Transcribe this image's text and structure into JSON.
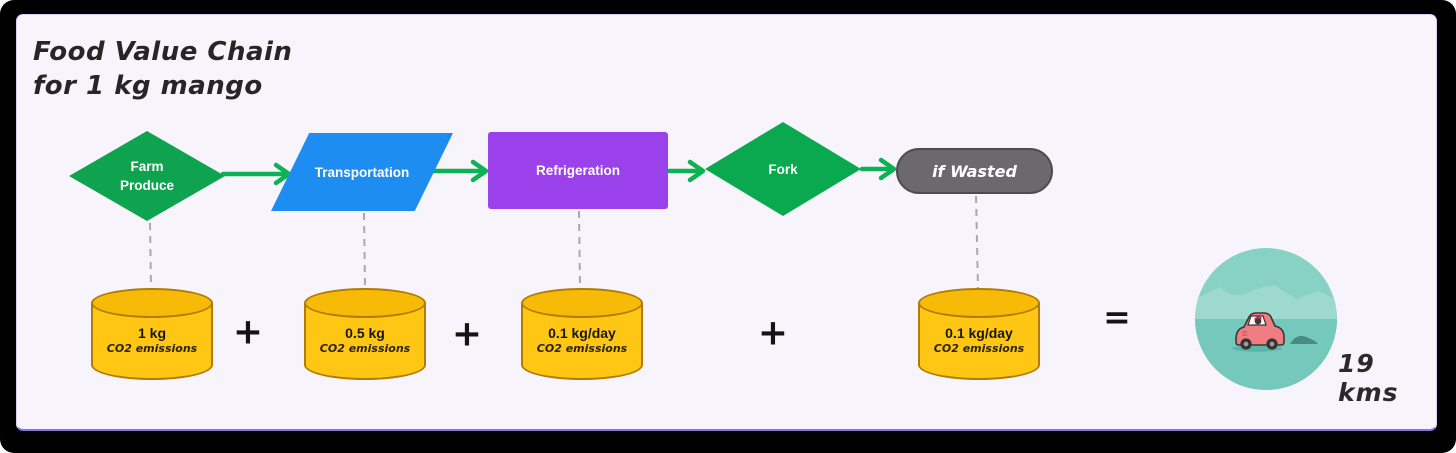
{
  "title": {
    "line1": "Food Value Chain",
    "line2": "for 1 kg mango"
  },
  "flow": {
    "nodes": [
      {
        "label": "Farm Produce",
        "shape": "diamond",
        "color": "#0fa350"
      },
      {
        "label": "Transportation",
        "shape": "parallelogram",
        "color": "#1e8df2"
      },
      {
        "label": "Refrigeration",
        "shape": "rectangle",
        "color": "#9b41eb"
      },
      {
        "label": "Fork",
        "shape": "diamond",
        "color": "#0aa94f"
      },
      {
        "label": "if Wasted",
        "shape": "rounded-pill",
        "color": "#6b696b"
      }
    ],
    "arrow_color": "#0db254"
  },
  "emissions": [
    {
      "amount": "1 kg",
      "label": "CO2 emissions"
    },
    {
      "amount": "0.5 kg",
      "label": "CO2 emissions"
    },
    {
      "amount": "0.1 kg/day",
      "label": "CO2 emissions"
    },
    {
      "amount": "0.1 kg/day",
      "label": "CO2 emissions"
    }
  ],
  "operators": {
    "plus": "+",
    "equals": "="
  },
  "result": {
    "distance_label": "19 kms"
  },
  "colors": {
    "frame": "#010101",
    "background": "#f8f4fb",
    "cylinder_fill": "#ffc714",
    "cylinder_outline": "#b07c02",
    "dashed_connector": "#a9a9a9",
    "scene_teal": "#87d1c5",
    "car_pink": "#f07d81"
  }
}
